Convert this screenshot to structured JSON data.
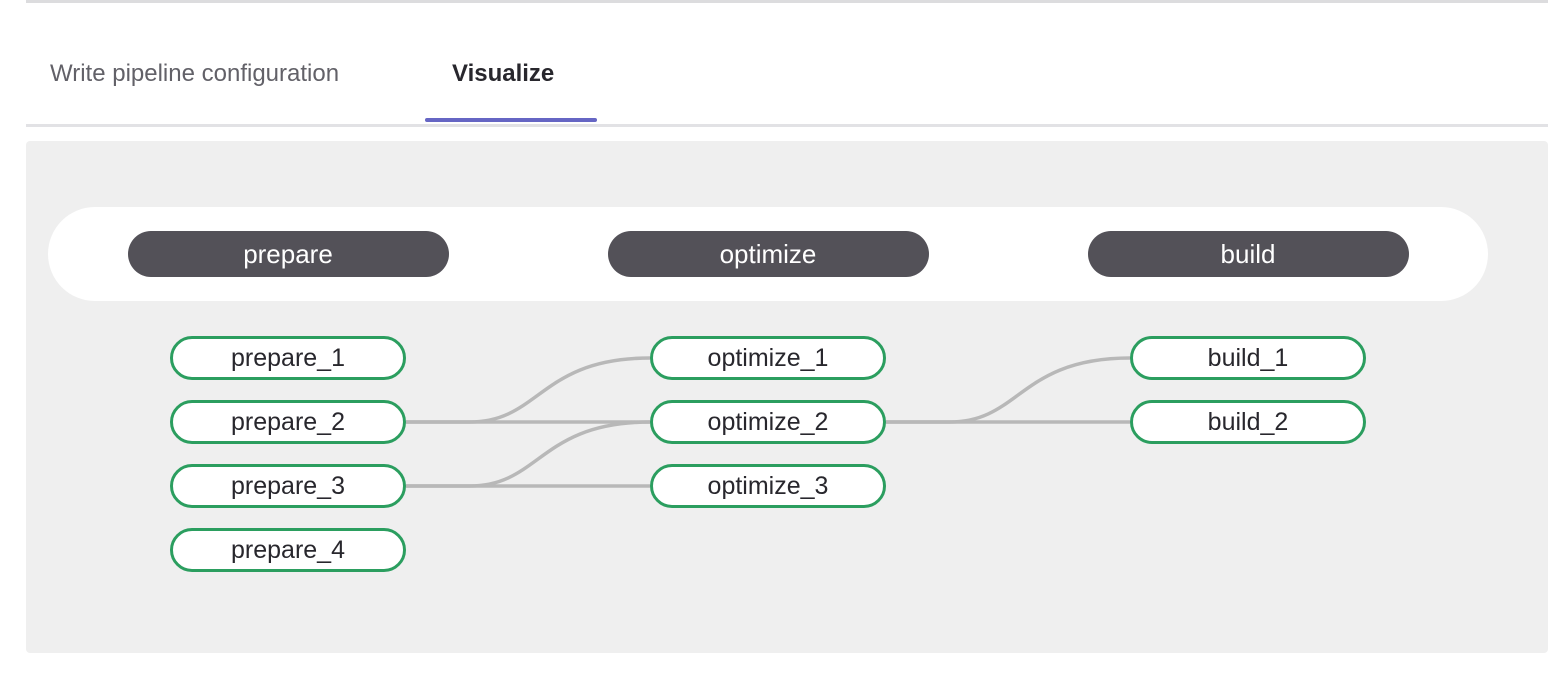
{
  "tabs": {
    "write": {
      "label": "Write pipeline configuration",
      "active": false
    },
    "visualize": {
      "label": "Visualize",
      "active": true
    }
  },
  "pipeline": {
    "stages": [
      {
        "name": "prepare",
        "jobs": [
          "prepare_1",
          "prepare_2",
          "prepare_3",
          "prepare_4"
        ]
      },
      {
        "name": "optimize",
        "jobs": [
          "optimize_1",
          "optimize_2",
          "optimize_3"
        ]
      },
      {
        "name": "build",
        "jobs": [
          "build_1",
          "build_2"
        ]
      }
    ],
    "links": [
      {
        "from": "prepare_2",
        "to": "optimize_1"
      },
      {
        "from": "prepare_2",
        "to": "optimize_2"
      },
      {
        "from": "prepare_3",
        "to": "optimize_2"
      },
      {
        "from": "prepare_3",
        "to": "optimize_3"
      },
      {
        "from": "optimize_2",
        "to": "build_1"
      },
      {
        "from": "optimize_2",
        "to": "build_2"
      }
    ]
  },
  "colors": {
    "accent_tab_indicator": "#6666c4",
    "tab_active_text": "#28272d",
    "tab_inactive_text": "#626168",
    "panel_bg": "#efefef",
    "stages_bar_bg": "#ffffff",
    "stage_pill_bg": "#535158",
    "stage_pill_text": "#ffffff",
    "job_pill_bg": "#ffffff",
    "job_pill_border": "#2b9e5f",
    "job_pill_text": "#28272d",
    "link_line": "#b8b8b8",
    "divider": "#dcdcde"
  }
}
